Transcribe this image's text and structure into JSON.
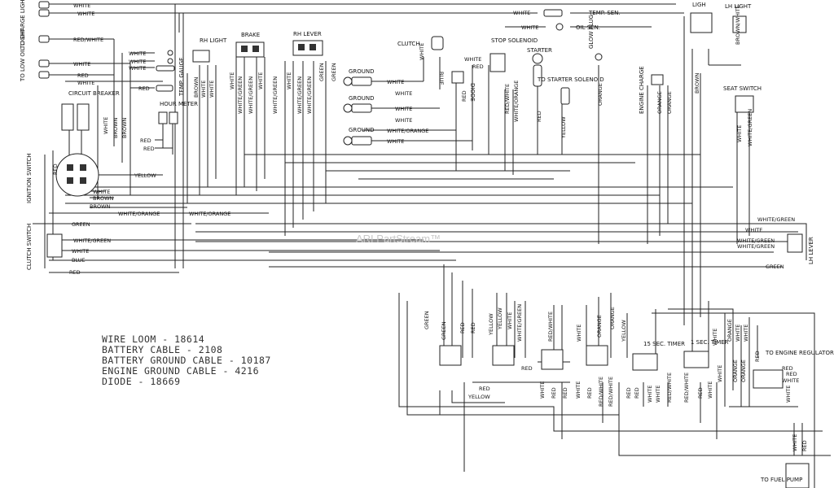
{
  "watermark": "ARI PartStream™",
  "components": {
    "rh_light": "RH LIGHT",
    "brake": "BRAKE",
    "rh_lever": "RH LEVER",
    "clutch": "CLUTCH",
    "stop_solenoid": "STOP SOLENOID",
    "starter": "STARTER",
    "glow_plug": "GLOW PLUG",
    "engine_charge": "ENGINE CHARGE",
    "lh_light": "LH LIGHT",
    "seat_switch": "SEAT SWITCH",
    "lh_lever": "LH LEVER",
    "temp_sen": "TEMP. SEN.",
    "oil_sen": "OIL SEN.",
    "temp_gauge": "TEMP. GAUGE",
    "circuit_breaker": "CIRCUIT BREAKER",
    "hour_meter": "HOUR METER",
    "ignition_switch": "IGNITION SWITCH",
    "clutch_switch": "CLUTCH SWITCH",
    "to_starter_solenoid": "TO STARTER SOLENOID",
    "diode": "DIODE",
    "timer_15": "15 SEC. TIMER",
    "timer_1": "1 SEC. TIMER",
    "to_engine_regulator": "TO ENGINE REGULATOR",
    "to_fuel_pump": "TO FUEL PUMP",
    "to_charge_light": "TO CHARGE LIGHT",
    "to_low_oil_light": "TO LOW OIL LIGHT",
    "ground": "GROUND",
    "light_top": "LIGH"
  },
  "wires": {
    "white": "WHITE",
    "red": "RED",
    "green": "GREEN",
    "blue": "BLUE",
    "brown": "BROWN",
    "yellow": "YELLOW",
    "orange": "ORANGE",
    "white_green": "WHITE/GREEN",
    "white_orange": "WHITE/ORANGE",
    "red_white": "RED/WHITE",
    "brown_white": "BROWN/WHITE"
  },
  "notes": [
    "WIRE LOOM - 18614",
    "BATTERY CABLE - 2108",
    "BATTERY GROUND CABLE - 10187",
    "ENGINE GROUND CABLE - 4216",
    "DIODE - 18669"
  ]
}
